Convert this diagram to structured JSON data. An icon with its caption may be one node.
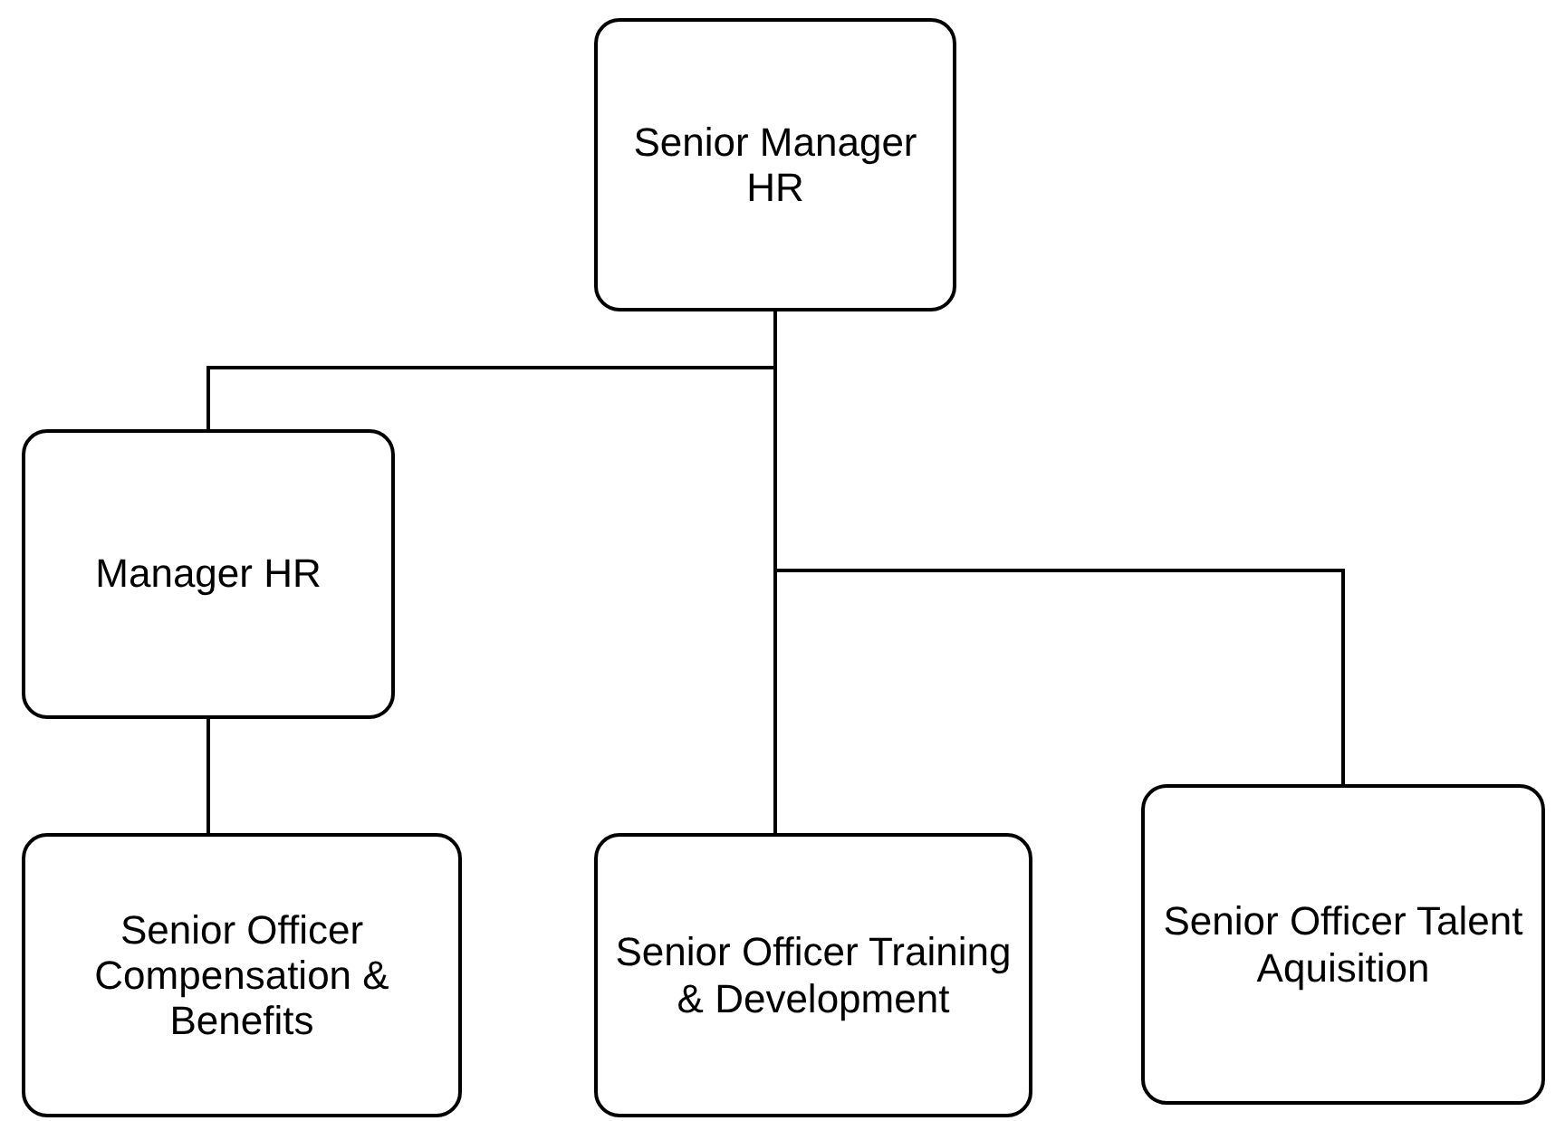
{
  "diagram": {
    "nodes": [
      {
        "text": [
          "Senior Manager HR"
        ]
      },
      {
        "text": [
          "Manager HR"
        ]
      },
      {
        "text": [
          "Senior Officer Compensation & Benefits"
        ]
      },
      {
        "text": [
          "Senior Officer Training & Development"
        ]
      },
      {
        "text": [
          "Senior Officer Talent Aquisition"
        ]
      }
    ],
    "edges": [
      {
        "from": 0,
        "to": 1,
        "arrow": "none"
      },
      {
        "from": 0,
        "to": 3,
        "arrow": "none"
      },
      {
        "from": 0,
        "to": 4,
        "arrow": "none"
      },
      {
        "from": 1,
        "to": 2,
        "arrow": "none"
      }
    ]
  }
}
